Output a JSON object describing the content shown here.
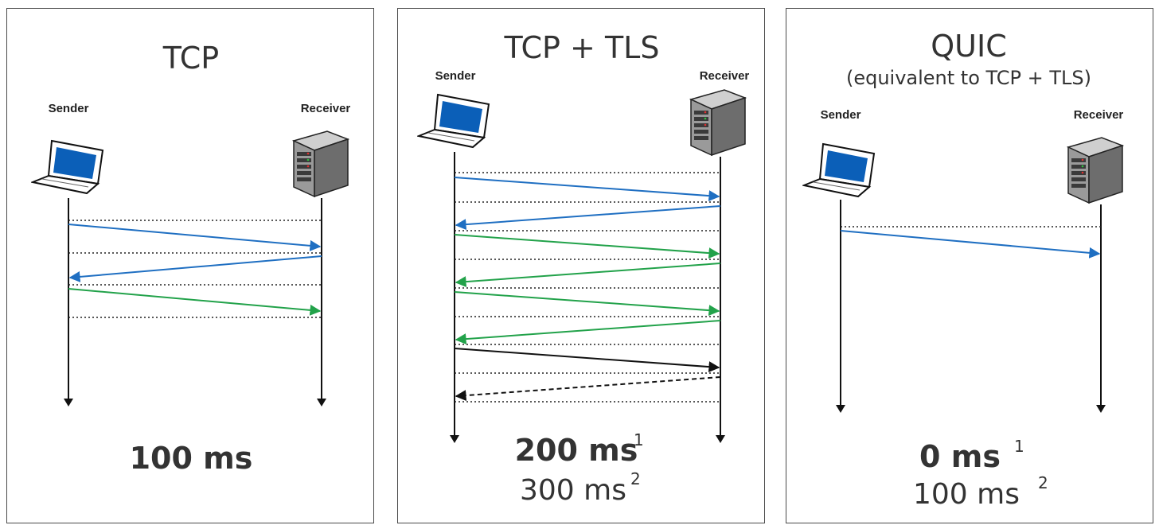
{
  "colors": {
    "blue": "#1f6fc2",
    "green": "#22a24a",
    "black": "#111111",
    "dotted": "#222222"
  },
  "icons": [
    "laptop-icon",
    "server-icon"
  ],
  "panels": [
    {
      "title": "TCP",
      "subtitle": "",
      "sender": "Sender",
      "receiver": "Receiver",
      "latency_main": "100 ms",
      "latency_main_sup": "",
      "latency_alt": "",
      "latency_alt_sup": ""
    },
    {
      "title": "TCP + TLS",
      "subtitle": "",
      "sender": "Sender",
      "receiver": "Receiver",
      "latency_main": "200 ms",
      "latency_main_sup": "1",
      "latency_alt": "300 ms",
      "latency_alt_sup": "2"
    },
    {
      "title": "QUIC",
      "subtitle": "(equivalent to TCP + TLS)",
      "sender": "Sender",
      "receiver": "Receiver",
      "latency_main": "0 ms",
      "latency_main_sup": "1",
      "latency_alt": "100 ms",
      "latency_alt_sup": "2"
    }
  ]
}
